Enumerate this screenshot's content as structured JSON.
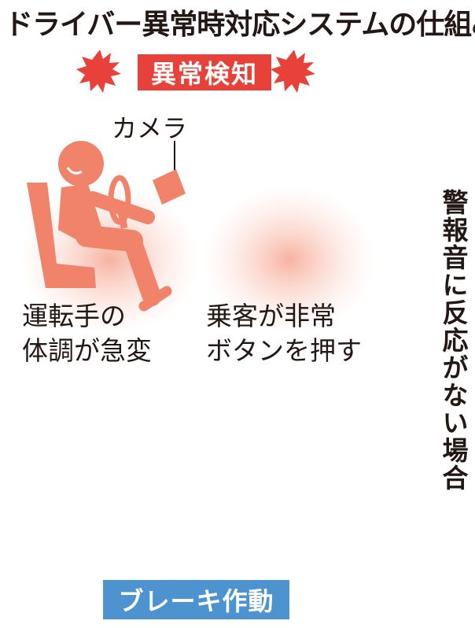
{
  "title": "ドライバー異常時対応システムの仕組み",
  "detect_badge": "異常検知",
  "camera_label": "カメラ",
  "alert_label": "!!",
  "driver_case": {
    "line1": "運転手の",
    "line2": "体調が急変"
  },
  "passenger_case": {
    "line1": "乗客が非常",
    "line2": "ボタンを押す"
  },
  "alarm_note": "警報音に反応がない場合",
  "brake_badge": "ブレーキ作動",
  "colors": {
    "accent_red": "#e8413a",
    "figure_orange": "#f08369",
    "bus_blue": "#3d86c8",
    "brake_blue": "#4d93d0",
    "arrow_gray": "#5a5a5a"
  }
}
